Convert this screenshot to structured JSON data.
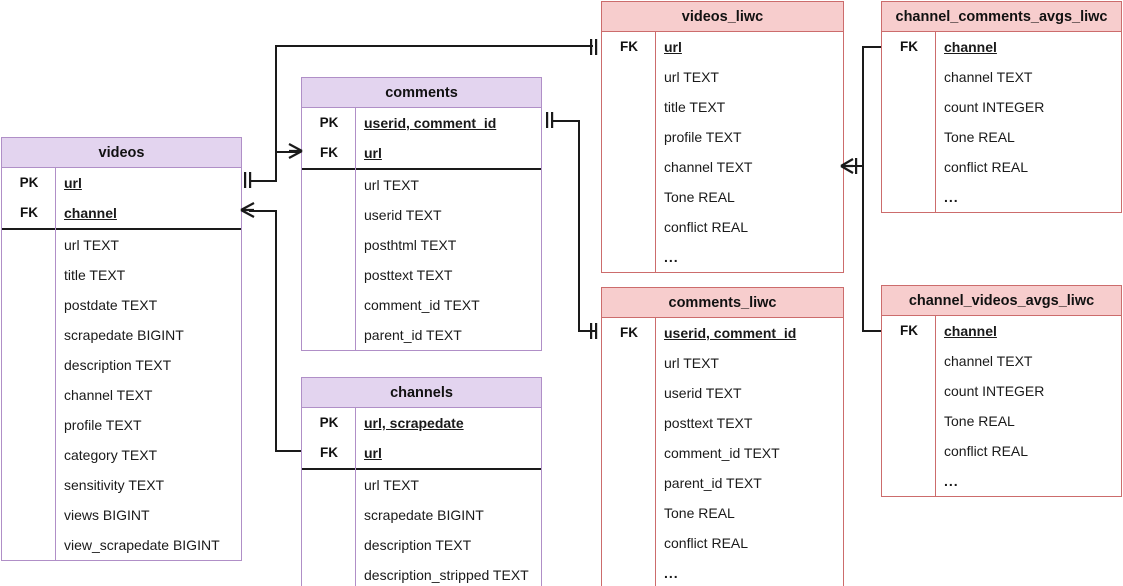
{
  "diagram": {
    "title": "Database entity relationship diagram",
    "type": "er-diagram",
    "colors": {
      "base_header": "#e3d4ef",
      "base_border": "#b08fc7",
      "liwc_header": "#f7cdcd",
      "liwc_border": "#cc6c6c",
      "line": "#1a1a1a",
      "background": "#ffffff"
    }
  },
  "entities": {
    "videos": {
      "name": "videos",
      "keys": [
        {
          "kind": "PK",
          "field": "url"
        },
        {
          "kind": "FK",
          "field": "channel"
        }
      ],
      "columns": [
        "url TEXT",
        "title TEXT",
        "postdate TEXT",
        "scrapedate BIGINT",
        "description TEXT",
        "channel TEXT",
        "profile TEXT",
        "category TEXT",
        "sensitivity TEXT",
        "views BIGINT",
        "view_scrapedate BIGINT"
      ]
    },
    "comments": {
      "name": "comments",
      "keys": [
        {
          "kind": "PK",
          "field": "userid, comment_id"
        },
        {
          "kind": "FK",
          "field": "url"
        }
      ],
      "columns": [
        "url TEXT",
        "userid TEXT",
        "posthtml TEXT",
        "posttext TEXT",
        "comment_id TEXT",
        "parent_id TEXT"
      ]
    },
    "channels": {
      "name": "channels",
      "keys": [
        {
          "kind": "PK",
          "field": "url, scrapedate"
        },
        {
          "kind": "FK",
          "field": "url"
        }
      ],
      "columns": [
        "url TEXT",
        "scrapedate BIGINT",
        "description TEXT",
        "description_stripped TEXT"
      ]
    },
    "videos_liwc": {
      "name": "videos_liwc",
      "keys": [
        {
          "kind": "FK",
          "field": "url"
        }
      ],
      "columns": [
        "url TEXT",
        "title TEXT",
        "profile TEXT",
        "channel TEXT",
        "Tone REAL",
        "conflict REAL",
        "..."
      ]
    },
    "comments_liwc": {
      "name": "comments_liwc",
      "keys": [
        {
          "kind": "FK",
          "field": "userid, comment_id"
        }
      ],
      "columns": [
        "url TEXT",
        "userid TEXT",
        "posttext TEXT",
        "comment_id TEXT",
        "parent_id TEXT",
        "Tone REAL",
        "conflict REAL",
        "..."
      ]
    },
    "channel_comments_avgs_liwc": {
      "name": "channel_comments_avgs_liwc",
      "keys": [
        {
          "kind": "FK",
          "field": "channel"
        }
      ],
      "columns": [
        "channel TEXT",
        "count INTEGER",
        "Tone REAL",
        "conflict REAL",
        "..."
      ]
    },
    "channel_videos_avgs_liwc": {
      "name": "channel_videos_avgs_liwc",
      "keys": [
        {
          "kind": "FK",
          "field": "channel"
        }
      ],
      "columns": [
        "channel TEXT",
        "count INTEGER",
        "Tone REAL",
        "conflict REAL",
        "..."
      ]
    }
  },
  "relationships": [
    {
      "from": "videos.url",
      "to": "videos_liwc.url",
      "from_card": "one",
      "to_card": "one"
    },
    {
      "from": "videos.url",
      "to": "comments.url",
      "from_card": "one",
      "to_card": "many"
    },
    {
      "from": "videos.channel",
      "to": "channels.url",
      "from_card": "many",
      "to_card": "one"
    },
    {
      "from": "comments.userid, comment_id",
      "to": "comments_liwc.userid, comment_id",
      "from_card": "one",
      "to_card": "one"
    },
    {
      "from": "videos_liwc.channel",
      "to": "channel_comments_avgs_liwc.channel",
      "from_card": "many",
      "to_card": "one"
    },
    {
      "from": "videos_liwc.channel",
      "to": "channel_videos_avgs_liwc.channel",
      "from_card": "many",
      "to_card": "one"
    }
  ]
}
